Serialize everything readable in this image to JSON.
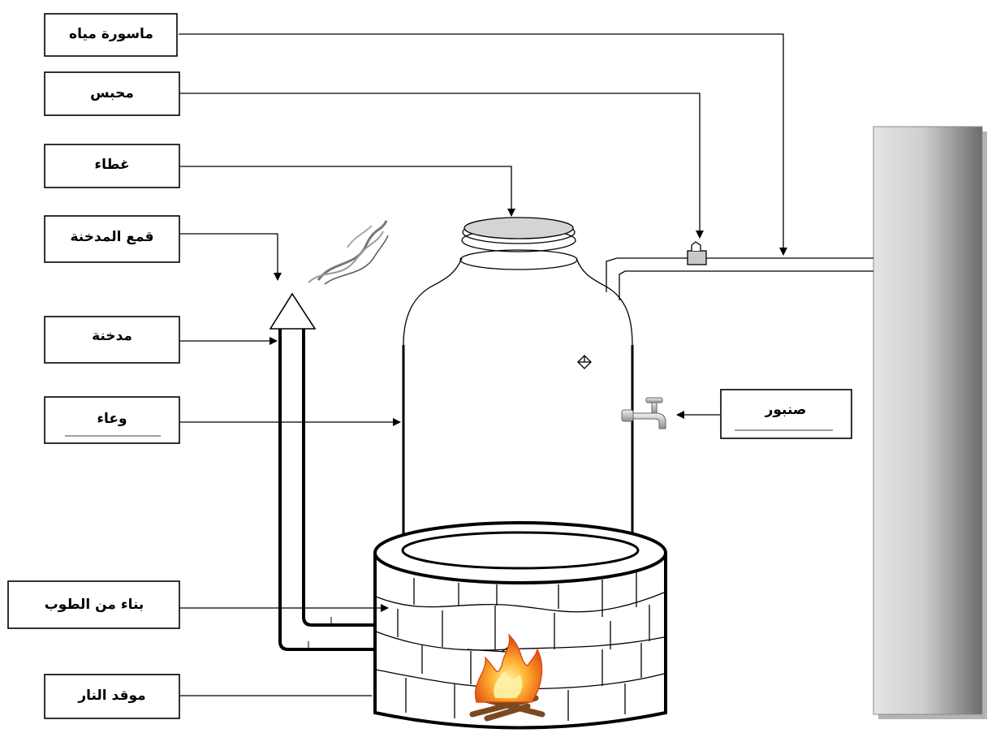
{
  "diagram": {
    "labels": {
      "water_pipe": "ماسورة مياه",
      "valve": "محبس",
      "lid": "غطاء",
      "chimney_cap": "قمع المدخنة",
      "chimney": "مدخنة",
      "container": "وعاء",
      "faucet": "صنبور",
      "brick_structure": "بناء من الطوب",
      "fire_pit": "موقد النار"
    }
  }
}
